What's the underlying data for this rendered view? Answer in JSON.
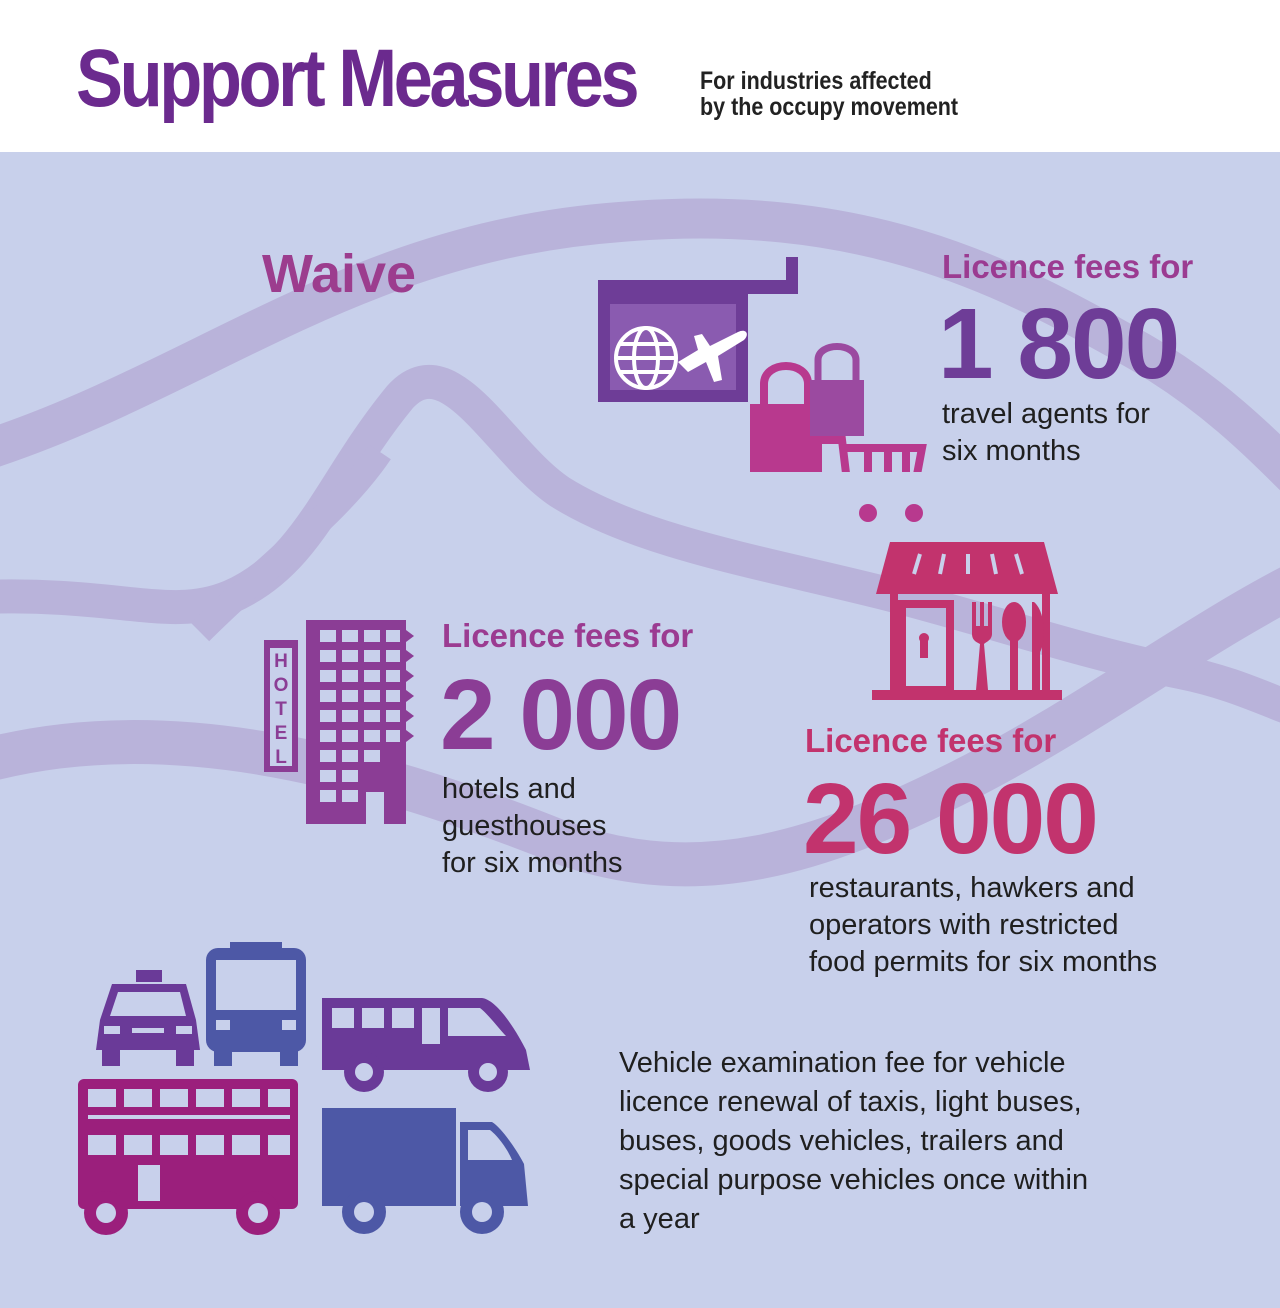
{
  "header": {
    "title": "Support Measures",
    "subtitle_line1": "For industries affected",
    "subtitle_line2": "by the occupy movement"
  },
  "section": {
    "heading": "Waive"
  },
  "travel": {
    "label": "Licence fees for",
    "value": "1 800",
    "desc_line1": "travel agents for",
    "desc_line2": "six months"
  },
  "hotels": {
    "label": "Licence fees for",
    "value": "2 000",
    "desc_line1": "hotels and",
    "desc_line2": "guesthouses",
    "desc_line3": "for six months",
    "sign": [
      "H",
      "O",
      "T",
      "E",
      "L"
    ]
  },
  "restaurants": {
    "label": "Licence fees for",
    "value": "26 000",
    "desc_line1": "restaurants, hawkers and",
    "desc_line2": "operators with restricted",
    "desc_line3": "food permits for six months"
  },
  "vehicles": {
    "line1": "Vehicle examination fee for vehicle",
    "line2": "licence renewal of taxis, light buses,",
    "line3": "buses, goods vehicles, trailers and",
    "line4": "special purpose vehicles once within",
    "line5": "a year"
  },
  "colors": {
    "title": "#6b2a8e",
    "panel": "#c8d0eb",
    "travel": "#6e3d97",
    "hotel": "#8b3d95",
    "restaurant": "#c2336d",
    "shopping": "#b8398e",
    "vehicle_purple": "#6a3a98",
    "vehicle_magenta": "#9b1f7c",
    "vehicle_blue": "#4d58a6"
  },
  "icons": [
    "travel-agency-sign-icon",
    "globe-icon",
    "airplane-icon",
    "shopping-bag-icon",
    "shopping-cart-icon",
    "hotel-building-icon",
    "restaurant-storefront-icon",
    "cutlery-icon",
    "taxi-icon",
    "bus-icon",
    "minibus-icon",
    "double-decker-bus-icon",
    "goods-van-icon"
  ]
}
